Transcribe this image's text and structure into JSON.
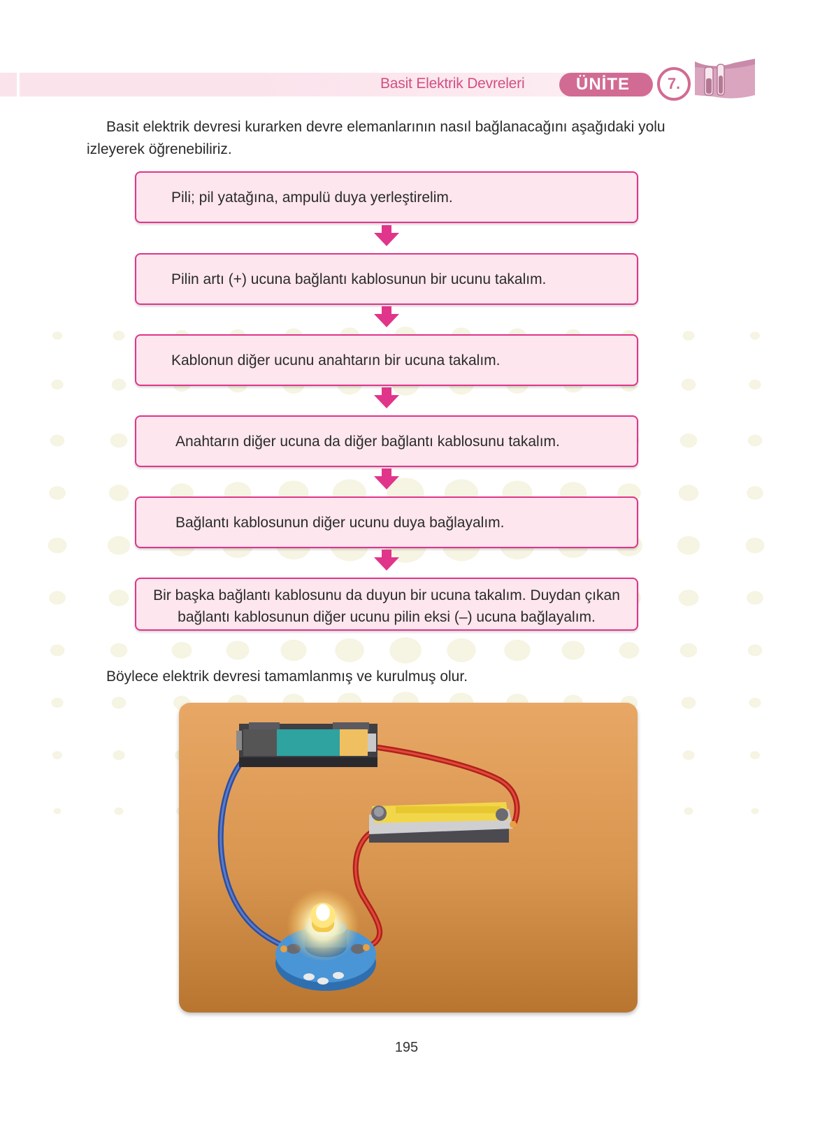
{
  "header": {
    "title": "Basit Elektrik Devreleri",
    "unit_label": "ÜNİTE",
    "unit_number": "7."
  },
  "intro": "Basit elektrik devresi kurarken devre elemanlarının nasıl bağlanacağını aşağıdaki yolu izleyerek öğrenebiliriz.",
  "steps": [
    "Pili; pil yatağına, ampulü duya yerleştirelim.",
    "Pilin artı (+) ucuna bağlantı kablosunun bir ucunu takalım.",
    "Kablonun diğer ucunu anahtarın bir ucuna takalım.",
    "Anahtarın diğer ucuna da diğer bağlantı kablosunu takalım.",
    "Bağlantı kablosunun diğer ucunu duya bağlayalım.",
    "Bir başka bağlantı kablosunu da duyun bir ucuna takalım. Duydan çıkan bağlantı kablosunun diğer ucunu pilin eksi (–) ucuna bağlayalım."
  ],
  "outro": "Böylece elektrik devresi tamamlanmış ve kurulmuş olur.",
  "page_number": "195",
  "colors": {
    "accent_pink": "#e0358a",
    "box_fill": "#fde6ee",
    "header_pink": "#d26b93",
    "dot_color": "#f6f4e2"
  }
}
